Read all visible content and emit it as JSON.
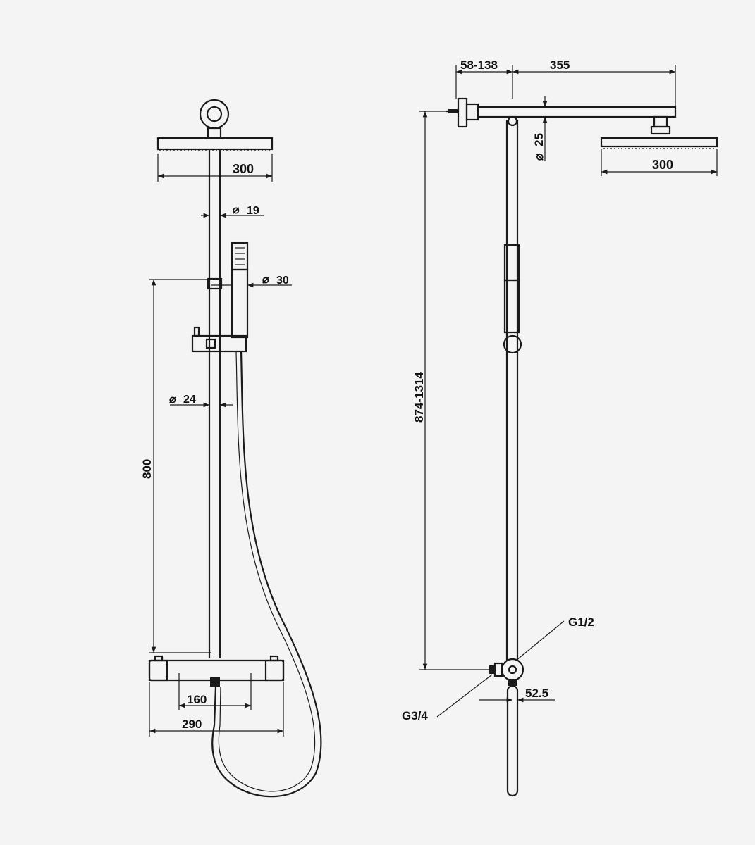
{
  "front_view": {
    "head_width": "300",
    "rod_diameter": "19",
    "hand_shower_diameter": "30",
    "pipe_diameter": "24",
    "height": "800",
    "center_distance": "160",
    "body_width": "290"
  },
  "side_view": {
    "wall_offset": "58-138",
    "arm_length": "355",
    "arm_diameter": "25",
    "head_width": "300",
    "total_height": "874-1314",
    "inlet_top": "G1/2",
    "inlet_bottom": "G3/4",
    "outlet_offset": "52.5"
  }
}
